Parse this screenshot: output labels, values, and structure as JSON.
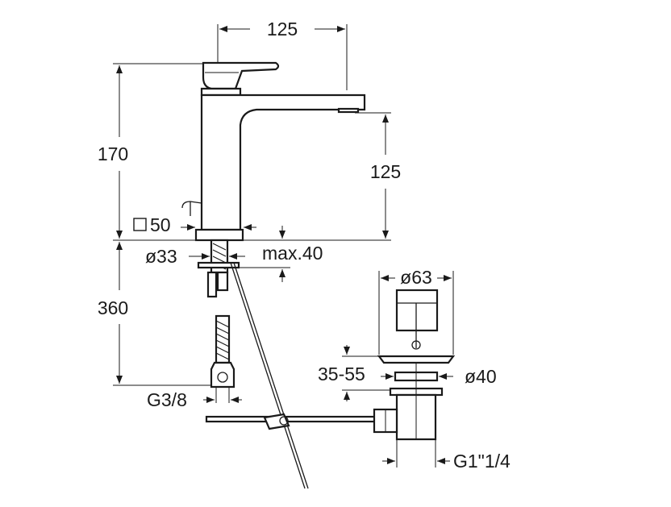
{
  "dimensions": {
    "spout_reach": "125",
    "total_height": "170",
    "outlet_height": "125",
    "base_square": "50",
    "hole_diameter": "ø33",
    "deck_thickness": "max.40",
    "flex_hose_length": "360",
    "hose_connection": "G3/8",
    "popup_head_diameter": "ø63",
    "waste_adjust": "35-55",
    "waste_hole_diameter": "ø40",
    "waste_thread": "G1\"1/4"
  },
  "icons": {
    "square_symbol": "square-icon"
  }
}
